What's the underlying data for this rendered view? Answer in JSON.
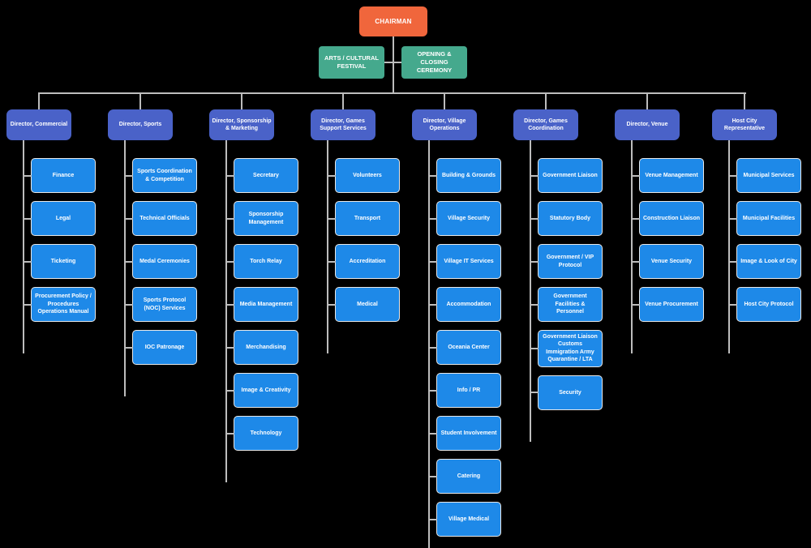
{
  "colors": {
    "background": "#000000",
    "chairman_fill": "#F0663C",
    "ceremony_fill": "#45A98D",
    "director_fill": "#4A62C8",
    "unit_fill": "#1E89E8",
    "connector": "#BDBDBD",
    "text": "#FFFFFF"
  },
  "chart": {
    "chairman": "CHAIRMAN",
    "festival": "ARTS / CULTURAL FESTIVAL",
    "ceremony": "OPENING & CLOSING CEREMONY",
    "branches": [
      {
        "director": "Director, Commercial",
        "children": [
          "Finance",
          "Legal",
          "Ticketing",
          "Procurement Policy / Procedures Operations Manual"
        ]
      },
      {
        "director": "Director, Sports",
        "children": [
          "Sports Coordination & Competition",
          "Technical Officials",
          "Medal Ceremonies",
          "Sports Protocol (NOC) Services",
          "IOC Patronage"
        ]
      },
      {
        "director": "Director, Sponsorship & Marketing",
        "children": [
          "Secretary",
          "Sponsorship Management",
          "Torch Relay",
          "Media Management",
          "Merchandising",
          "Image & Creativity",
          "Technology"
        ]
      },
      {
        "director": "Director, Games Support Services",
        "children": [
          "Volunteers",
          "Transport",
          "Accreditation",
          "Medical"
        ]
      },
      {
        "director": "Director, Village Operations",
        "children": [
          "Building & Grounds",
          "Village Security",
          "Village IT Services",
          "Accommodation",
          "Oceania Center",
          "Info / PR",
          "Student Involvement",
          "Catering",
          "Village Medical"
        ]
      },
      {
        "director": "Director, Games Coordination",
        "children": [
          "Government Liaison",
          "Statutory Body",
          "Government / VIP Protocol",
          "Government Facilities & Personnel",
          "Government Liaison Customs Immigration Army Quarantine / LTA",
          "Security"
        ]
      },
      {
        "director": "Director, Venue",
        "children": [
          "Venue Management",
          "Construction Liaison",
          "Venue Security",
          "Venue Procurement"
        ]
      },
      {
        "director": "Host City Representative",
        "children": [
          "Municipal Services",
          "Municipal Facilities",
          "Image & Look of City",
          "Host City Protocol"
        ]
      }
    ]
  }
}
